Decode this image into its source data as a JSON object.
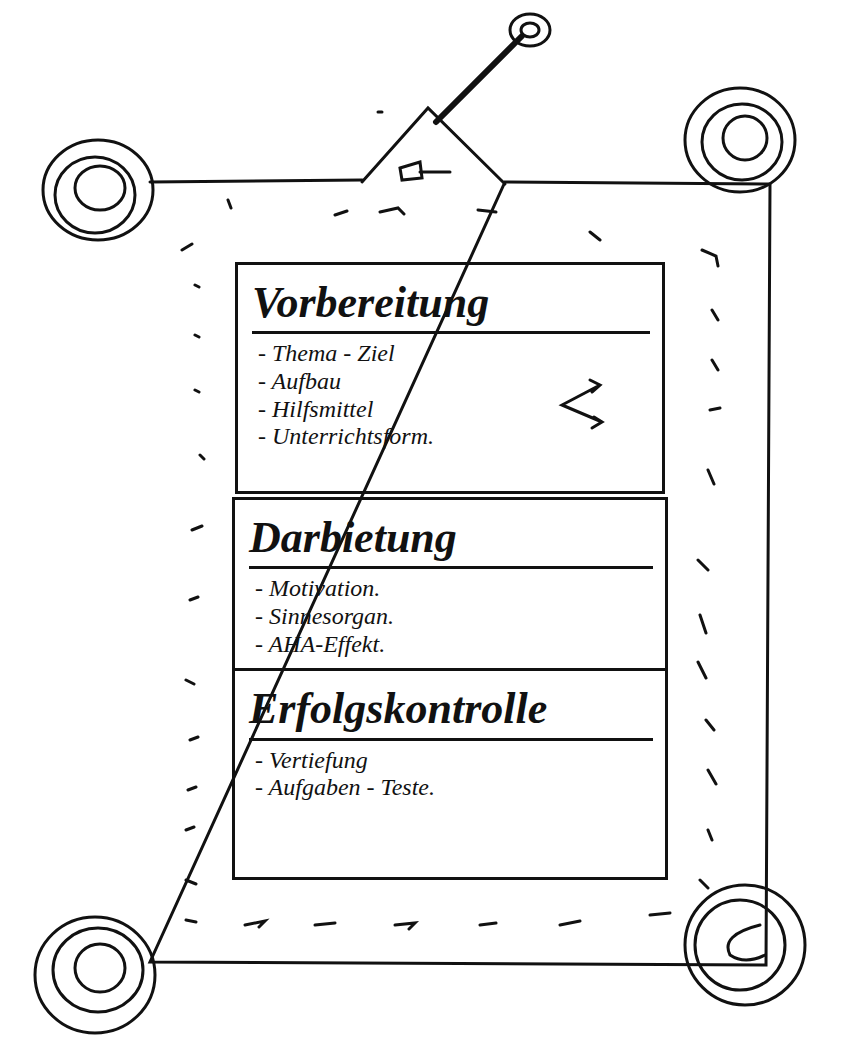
{
  "diagram": {
    "nodes": [
      {
        "text": [
          "Vorbereitung",
          "- Thema - Ziel",
          "- Aufbau",
          "- Hilfsmittel",
          "- Unterrichtsform."
        ]
      },
      {
        "text": [
          "Darbietung",
          "- Motivation.",
          "- Sinnesorgan.",
          "- AHA-Effekt."
        ]
      },
      {
        "text": [
          "Erfolgskontrolle",
          "- Vertiefung",
          "- Aufgaben - Teste."
        ],
        "in": 1
      }
    ]
  }
}
